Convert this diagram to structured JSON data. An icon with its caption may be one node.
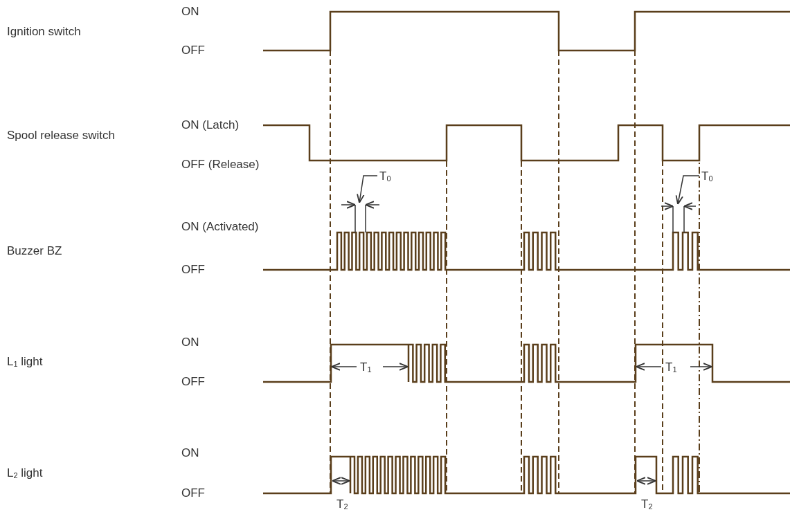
{
  "diagram": {
    "labels": [
      "Ignition switch",
      "ON",
      "OFF",
      "Spool release switch",
      "ON (Latch)",
      "OFF (Release)",
      "T$_{0}$",
      "T$_{0}$",
      "Buzzer BZ",
      "ON (Activated)",
      "OFF",
      "ON",
      "L$_{1}$ light",
      "OFF",
      "T$_{1}$",
      "T$_{1}$",
      "ON",
      "L$_{2}$ light",
      "OFF",
      "T$_{2}$",
      "T$_{2}$"
    ]
  }
}
